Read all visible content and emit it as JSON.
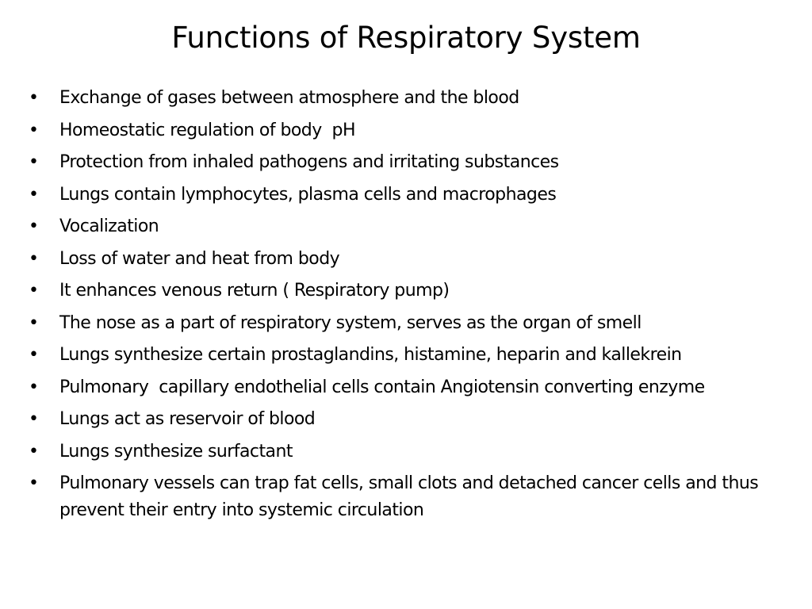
{
  "slide": {
    "title": "Functions of Respiratory System",
    "bullet_symbol": "•",
    "bullets": [
      "Exchange of gases between atmosphere and the blood",
      "Homeostatic regulation of body  pH",
      "Protection from inhaled pathogens and irritating substances",
      "Lungs contain lymphocytes, plasma cells and macrophages",
      "Vocalization",
      "Loss of water and heat from body",
      "It enhances venous return ( Respiratory pump)",
      "The nose as a part of respiratory system, serves as the organ of smell",
      "Lungs synthesize certain prostaglandins, histamine, heparin and kallekrein",
      "Pulmonary  capillary endothelial cells contain Angiotensin converting enzyme",
      "Lungs act as reservoir of blood",
      "Lungs synthesize surfactant",
      "Pulmonary vessels can trap fat cells, small clots and detached cancer cells and thus prevent their entry into systemic circulation"
    ]
  }
}
